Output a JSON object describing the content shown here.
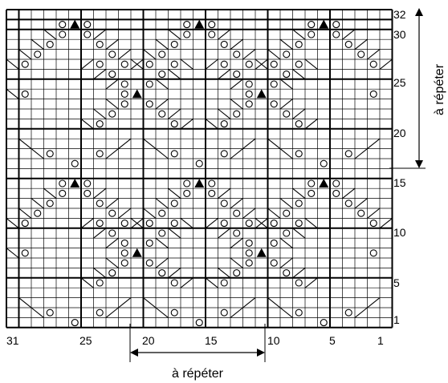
{
  "chart": {
    "cols": 31,
    "rows": 32,
    "row_numbers": [
      "1",
      "5",
      "10",
      "15",
      "20",
      "25",
      "30",
      "32"
    ],
    "col_numbers": [
      "31",
      "25",
      "20",
      "15",
      "10",
      "5",
      "1"
    ],
    "vertical_repeat_label": "à répéter",
    "horizontal_repeat_label": "à répéter",
    "symbols": {
      "yarn_over": "circle",
      "decrease": "triangle",
      "left_slant": "backslash",
      "right_slant": "slash"
    }
  }
}
